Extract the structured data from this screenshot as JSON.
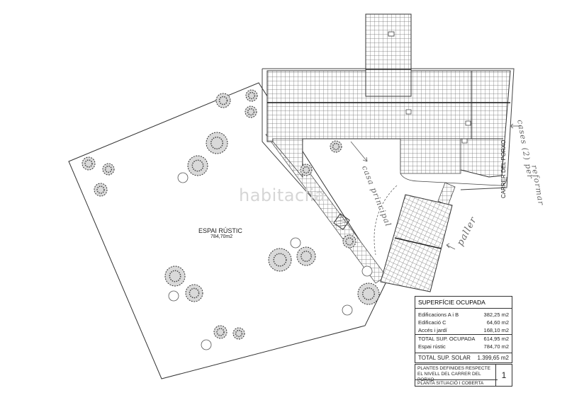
{
  "plot": {
    "label": "ESPAI RÚSTIC",
    "area": "784,70m2"
  },
  "street": {
    "label": "CARRER DEL PORXO"
  },
  "handwritten": {
    "casa_principal": "casa principal",
    "paller": "paller",
    "cases": "cases (2) per",
    "ensenyar": "reformar"
  },
  "watermark": "habitaclia",
  "surfaces": {
    "title": "SUPERFÍCIE OCUPADA",
    "rows": [
      {
        "label": "Edificacions A i B",
        "value": "382,25 m2"
      },
      {
        "label": "Edificació   C",
        "value": "64,60 m2"
      },
      {
        "label": "Accés i jardí",
        "value": "168,10 m2"
      }
    ],
    "subtotal": {
      "label": "TOTAL SUP. OCUPADA",
      "value": "614,95 m2"
    },
    "rustic": {
      "label": "Espai rústic",
      "value": "784,70 m2"
    },
    "total": {
      "label": "TOTAL SUP. SOLAR",
      "value": "1.399,65 m2"
    }
  },
  "titleblock": {
    "line1": "PLANTES DEFINIDES RESPECTE EL NIVELL DEL CARRER DEL PORXO",
    "line2": "PLANTA SITUACIÓ I COBERTA",
    "sheet": "1"
  }
}
